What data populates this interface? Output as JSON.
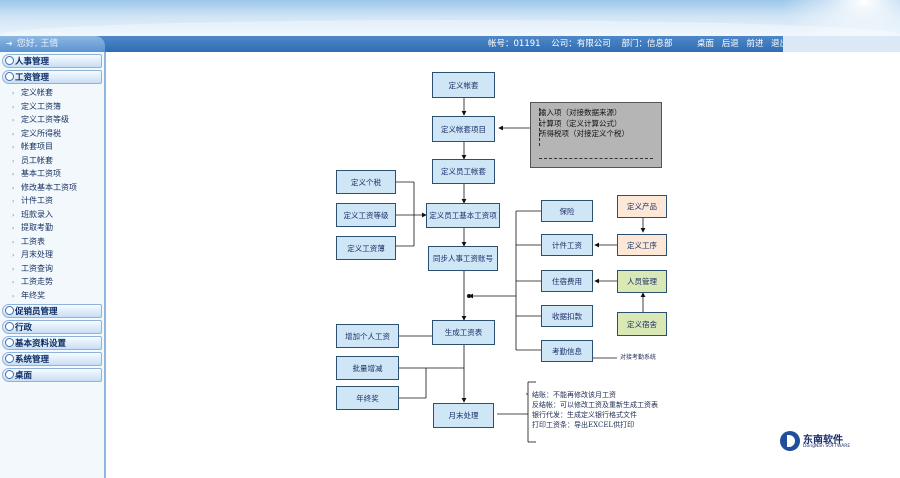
{
  "header": {
    "greeting": "您好, 王倩",
    "account": "帐号：01191",
    "company": "公司：有限公司",
    "department": "部门：信息部",
    "nav": [
      "桌面",
      "后退",
      "前进",
      "退出"
    ]
  },
  "sidebar": {
    "sections": [
      {
        "label": "人事管理",
        "items": []
      },
      {
        "label": "工资管理",
        "items": [
          "定义帐套",
          "定义工资簿",
          "定义工资等级",
          "定义所得税",
          "帐套项目",
          "员工帐套",
          "基本工资项",
          "修改基本工资项",
          "计件工资",
          "班款录入",
          "提取考勤",
          "工资表",
          "月末处理",
          "工资查询",
          "工资走势",
          "年终奖"
        ]
      },
      {
        "label": "促销员管理",
        "items": []
      },
      {
        "label": "行政",
        "items": []
      },
      {
        "label": "基本资料设置",
        "items": []
      },
      {
        "label": "系统管理",
        "items": []
      },
      {
        "label": "桌面",
        "items": []
      }
    ]
  },
  "diagram": {
    "nodes": {
      "define_ledger": "定义帐套",
      "ledger_items": "定义帐套项目",
      "employee_ledger": "定义员工帐套",
      "tax": "定义个税",
      "salary_grade": "定义工资等级",
      "salary_book": "定义工资薄",
      "basic_items": "定义员工基本工资项",
      "sync_accounts": "同步人事工资账号",
      "insurance": "保险",
      "piecework": "计件工资",
      "housing": "住宿费用",
      "deductions": "收据扣款",
      "attendance": "考勤信息",
      "product": "定义产品",
      "process": "定义工序",
      "personnel": "人员管理",
      "dormitory": "定义宿舍",
      "gen_payroll": "生成工资表",
      "add_personal": "增加个人工资",
      "batch_adjust": "批量增减",
      "year_bonus": "年终奖",
      "month_end": "月末处理"
    },
    "gray_lines": [
      "输入项（对接数据来源）",
      "计算项（定义计算公式）",
      "所得税项（对接定义个税）"
    ],
    "attendance_note": "对接考勤系统",
    "month_end_notes": [
      "结账：不能再修改该月工资",
      "反结帐：可以修改工资及重新生成工资表",
      "银行代发：生成定义银行格式文件",
      "打印工资条：导出EXCEL供打印"
    ]
  },
  "logo": {
    "cn": "东南软件",
    "en": "DongNan SOFTWARE"
  }
}
